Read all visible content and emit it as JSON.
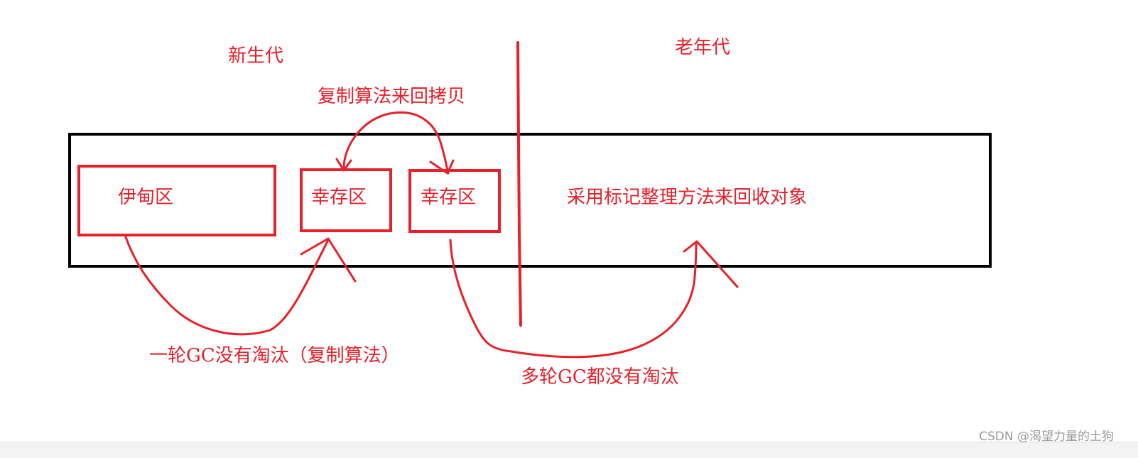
{
  "labels": {
    "young_generation": "新生代",
    "old_generation": "老年代",
    "copy_back_and_forth": "复制算法来回拷贝",
    "eden": "伊甸区",
    "survivor_1": "幸存区",
    "survivor_2": "幸存区",
    "old_gen_method": "采用标记整理方法来回收对象",
    "one_gc_survive": "一轮GC没有淘汰（复制算法）",
    "multi_gc_survive": "多轮GC都没有淘汰"
  },
  "watermark": "CSDN @渴望力量的土狗",
  "colors": {
    "annotation": "#e8202a",
    "outline": "#000000",
    "background": "#ffffff"
  }
}
